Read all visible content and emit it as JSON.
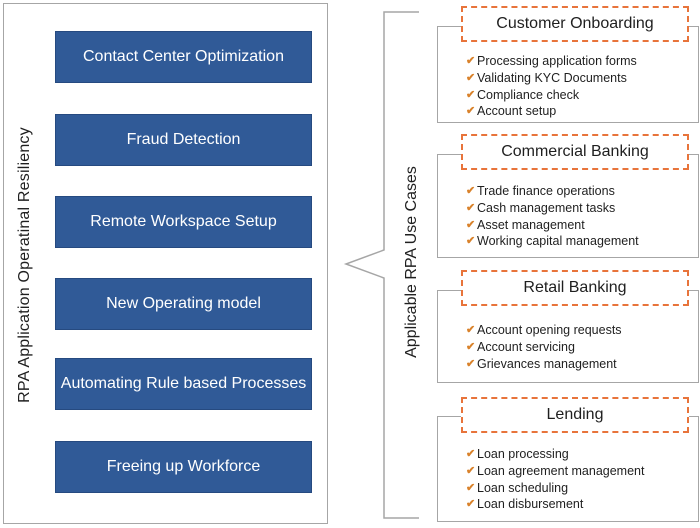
{
  "left": {
    "title": "RPA Application Operatinal Resiliency",
    "boxes": [
      "Contact Center Optimization",
      "Fraud Detection",
      "Remote Workspace Setup",
      "New Operating model",
      "Automating Rule based Processes",
      "Freeing up Workforce"
    ]
  },
  "right": {
    "title": "Applicable RPA Use Cases",
    "cards": [
      {
        "title": "Customer Onboarding",
        "items": [
          "Processing application forms",
          "Validating KYC Documents",
          "Compliance check",
          "Account setup"
        ]
      },
      {
        "title": "Commercial Banking",
        "items": [
          "Trade finance operations",
          "Cash management tasks",
          "Asset management",
          "Working capital management"
        ]
      },
      {
        "title": "Retail Banking",
        "items": [
          "Account opening requests",
          "Account servicing",
          "Grievances management"
        ]
      },
      {
        "title": "Lending",
        "items": [
          "Loan processing",
          "Loan agreement management",
          "Loan scheduling",
          "Loan disbursement"
        ]
      }
    ]
  },
  "icons": {
    "bullet": "checkmark-icon",
    "bullet_color": "#d9822b"
  },
  "colors": {
    "box_fill": "#305a97",
    "dashed_border": "#e8743b",
    "panel_border": "#a6a6a6"
  }
}
